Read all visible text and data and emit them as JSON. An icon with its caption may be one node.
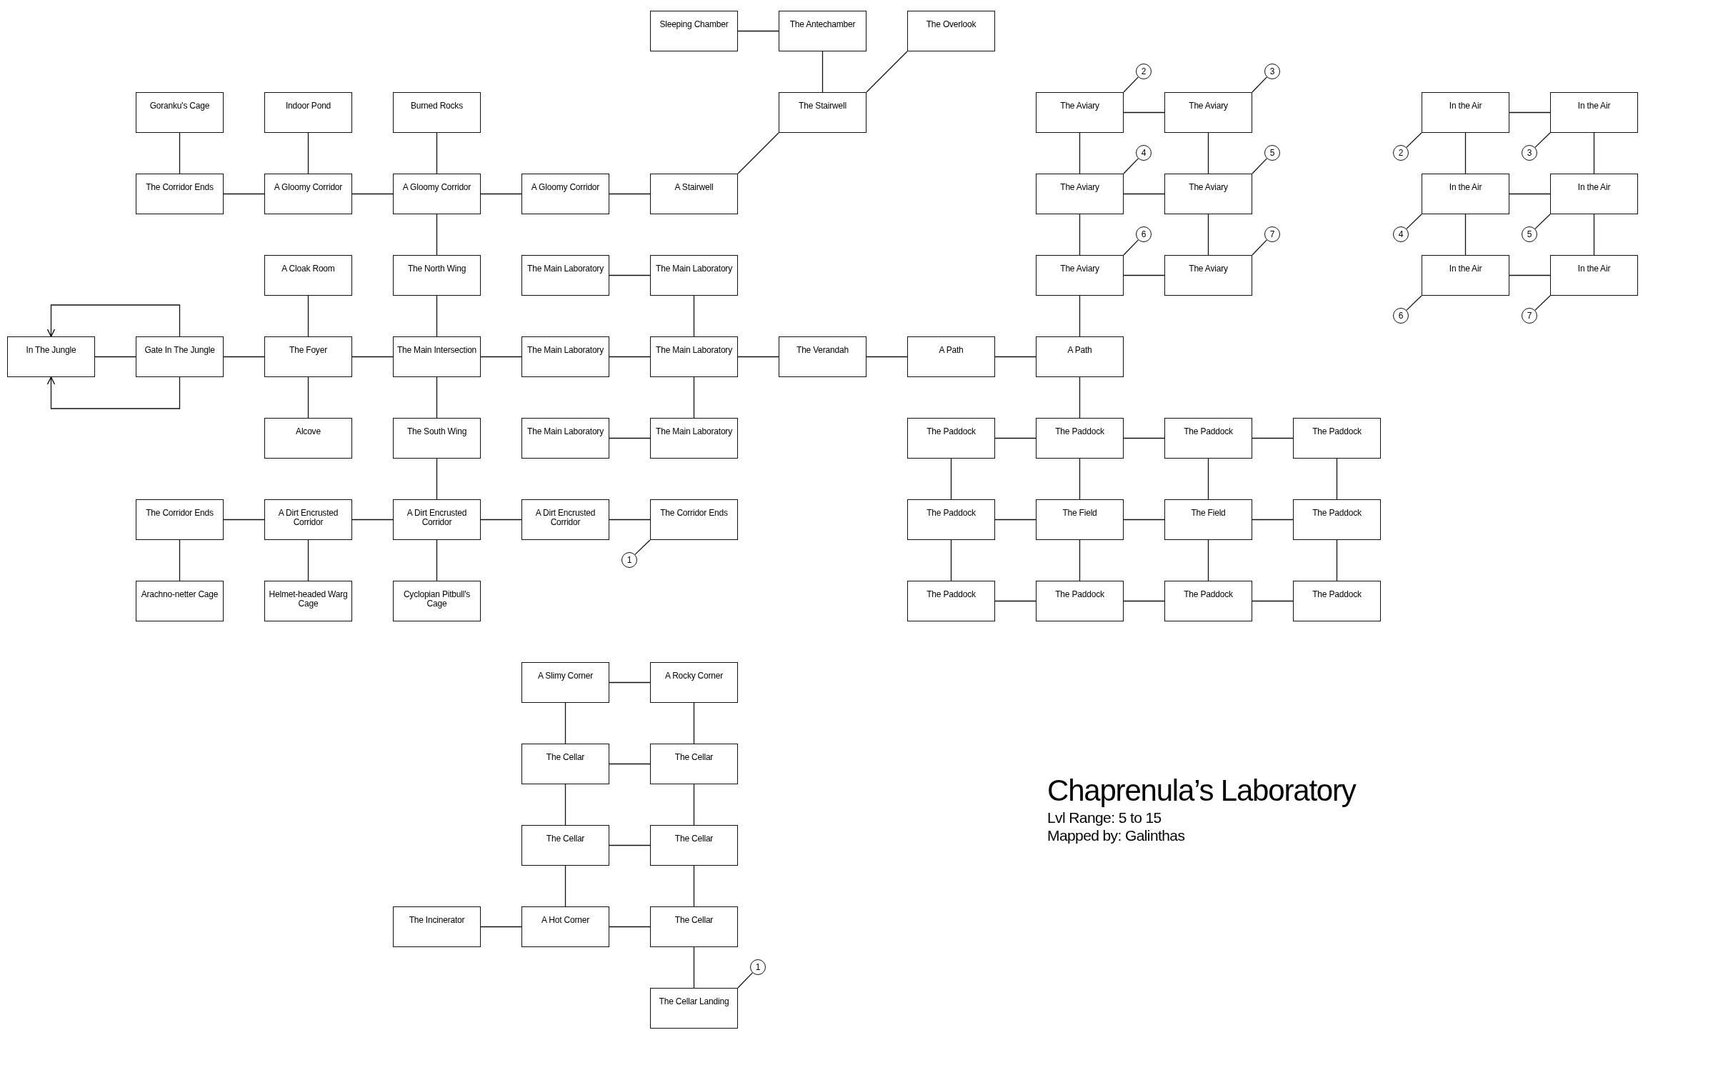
{
  "diagram": {
    "title": "Chaprenula’s Laboratory",
    "nodes": [
      {
        "text": [
          "Sleeping Chamber"
        ]
      },
      {
        "text": [
          "The Antechamber"
        ]
      },
      {
        "text": [
          "The Overlook"
        ]
      },
      {
        "text": [
          "Goranku's Cage"
        ]
      },
      {
        "text": [
          "Indoor Pond"
        ]
      },
      {
        "text": [
          "Burned Rocks"
        ]
      },
      {
        "text": [
          "The Stairwell"
        ]
      },
      {
        "text": [
          "The Aviary"
        ]
      },
      {
        "text": [
          "The Aviary"
        ]
      },
      {
        "text": [
          "In the Air"
        ]
      },
      {
        "text": [
          "In the Air"
        ]
      },
      {
        "text": [
          "The Corridor Ends"
        ]
      },
      {
        "text": [
          "A Gloomy Corridor"
        ]
      },
      {
        "text": [
          "A Gloomy Corridor"
        ]
      },
      {
        "text": [
          "A Gloomy Corridor"
        ]
      },
      {
        "text": [
          "A Stairwell"
        ]
      },
      {
        "text": [
          "The Aviary"
        ]
      },
      {
        "text": [
          "The Aviary"
        ]
      },
      {
        "text": [
          "In the Air"
        ]
      },
      {
        "text": [
          "In the Air"
        ]
      },
      {
        "text": [
          "A Cloak Room"
        ]
      },
      {
        "text": [
          "The North Wing"
        ]
      },
      {
        "text": [
          "The Main Laboratory"
        ]
      },
      {
        "text": [
          "The Main Laboratory"
        ]
      },
      {
        "text": [
          "The Aviary"
        ]
      },
      {
        "text": [
          "The Aviary"
        ]
      },
      {
        "text": [
          "In the Air"
        ]
      },
      {
        "text": [
          "In the Air"
        ]
      },
      {
        "text": [
          "In The Jungle"
        ]
      },
      {
        "text": [
          "Gate In The Jungle"
        ]
      },
      {
        "text": [
          "The Foyer"
        ]
      },
      {
        "text": [
          "The Main Intersection"
        ]
      },
      {
        "text": [
          "The Main Laboratory"
        ]
      },
      {
        "text": [
          "The Main Laboratory"
        ]
      },
      {
        "text": [
          "The Verandah"
        ]
      },
      {
        "text": [
          "A Path"
        ]
      },
      {
        "text": [
          "A Path"
        ]
      },
      {
        "text": [
          "Alcove"
        ]
      },
      {
        "text": [
          "The South Wing"
        ]
      },
      {
        "text": [
          "The Main Laboratory"
        ]
      },
      {
        "text": [
          "The Main Laboratory"
        ]
      },
      {
        "text": [
          "The Paddock"
        ]
      },
      {
        "text": [
          "The Paddock"
        ]
      },
      {
        "text": [
          "The Paddock"
        ]
      },
      {
        "text": [
          "The Paddock"
        ]
      },
      {
        "text": [
          "The Corridor Ends"
        ]
      },
      {
        "text": [
          "A Dirt Encrusted Corridor"
        ]
      },
      {
        "text": [
          "A Dirt Encrusted Corridor"
        ]
      },
      {
        "text": [
          "A Dirt Encrusted Corridor"
        ]
      },
      {
        "text": [
          "The Corridor Ends"
        ]
      },
      {
        "text": [
          "The Paddock"
        ]
      },
      {
        "text": [
          "The Field"
        ]
      },
      {
        "text": [
          "The Field"
        ]
      },
      {
        "text": [
          "The Paddock"
        ]
      },
      {
        "text": [
          "Arachno-netter Cage"
        ]
      },
      {
        "text": [
          "Helmet-headed Warg Cage"
        ]
      },
      {
        "text": [
          "Cyclopian Pitbull's Cage"
        ]
      },
      {
        "text": [
          "The Paddock"
        ]
      },
      {
        "text": [
          "The Paddock"
        ]
      },
      {
        "text": [
          "The Paddock"
        ]
      },
      {
        "text": [
          "The Paddock"
        ]
      },
      {
        "text": [
          "A Slimy Corner"
        ]
      },
      {
        "text": [
          "A Rocky Corner"
        ]
      },
      {
        "text": [
          "The Cellar"
        ]
      },
      {
        "text": [
          "The Cellar"
        ]
      },
      {
        "text": [
          "The Cellar"
        ]
      },
      {
        "text": [
          "The Cellar"
        ]
      },
      {
        "text": [
          "The Incinerator"
        ]
      },
      {
        "text": [
          "A Hot Corner"
        ]
      },
      {
        "text": [
          "The Cellar"
        ]
      },
      {
        "text": [
          "The Cellar Landing"
        ]
      },
      {
        "text": [
          "1"
        ]
      },
      {
        "text": [
          "1"
        ]
      },
      {
        "text": [
          "2"
        ]
      },
      {
        "text": [
          "3"
        ]
      },
      {
        "text": [
          "4"
        ]
      },
      {
        "text": [
          "5"
        ]
      },
      {
        "text": [
          "6"
        ]
      },
      {
        "text": [
          "7"
        ]
      },
      {
        "text": [
          "2"
        ]
      },
      {
        "text": [
          "3"
        ]
      },
      {
        "text": [
          "4"
        ]
      },
      {
        "text": [
          "5"
        ]
      },
      {
        "text": [
          "6"
        ]
      },
      {
        "text": [
          "7"
        ]
      }
    ],
    "edges": [
      {
        "from": 0,
        "to": 1,
        "arrow": "none"
      },
      {
        "from": 1,
        "to": 6,
        "arrow": "none"
      },
      {
        "from": 2,
        "to": 6,
        "arrow": "none"
      },
      {
        "from": 6,
        "to": 15,
        "arrow": "none"
      },
      {
        "from": 3,
        "to": 11,
        "arrow": "none"
      },
      {
        "from": 4,
        "to": 12,
        "arrow": "none"
      },
      {
        "from": 5,
        "to": 13,
        "arrow": "none"
      },
      {
        "from": 11,
        "to": 12,
        "arrow": "none"
      },
      {
        "from": 12,
        "to": 13,
        "arrow": "none"
      },
      {
        "from": 13,
        "to": 14,
        "arrow": "none"
      },
      {
        "from": 14,
        "to": 15,
        "arrow": "none"
      },
      {
        "from": 13,
        "to": 21,
        "arrow": "none"
      },
      {
        "from": 7,
        "to": 8,
        "arrow": "none"
      },
      {
        "from": 7,
        "to": 16,
        "arrow": "none"
      },
      {
        "from": 8,
        "to": 17,
        "arrow": "none"
      },
      {
        "from": 16,
        "to": 17,
        "arrow": "none"
      },
      {
        "from": 16,
        "to": 24,
        "arrow": "none"
      },
      {
        "from": 17,
        "to": 25,
        "arrow": "none"
      },
      {
        "from": 24,
        "to": 25,
        "arrow": "none"
      },
      {
        "from": 24,
        "to": 36,
        "arrow": "none"
      },
      {
        "from": 9,
        "to": 10,
        "arrow": "none"
      },
      {
        "from": 9,
        "to": 18,
        "arrow": "none"
      },
      {
        "from": 10,
        "to": 19,
        "arrow": "none"
      },
      {
        "from": 18,
        "to": 19,
        "arrow": "none"
      },
      {
        "from": 18,
        "to": 26,
        "arrow": "none"
      },
      {
        "from": 19,
        "to": 27,
        "arrow": "none"
      },
      {
        "from": 26,
        "to": 27,
        "arrow": "none"
      },
      {
        "from": 20,
        "to": 30,
        "arrow": "none"
      },
      {
        "from": 22,
        "to": 23,
        "arrow": "none"
      },
      {
        "from": 23,
        "to": 33,
        "arrow": "none"
      },
      {
        "from": 21,
        "to": 31,
        "arrow": "none"
      },
      {
        "from": 28,
        "to": 29,
        "arrow": "none"
      },
      {
        "from": 29,
        "to": 28,
        "arrow": "to"
      },
      {
        "from": 29,
        "to": 28,
        "arrow": "to"
      },
      {
        "from": 29,
        "to": 30,
        "arrow": "none"
      },
      {
        "from": 30,
        "to": 31,
        "arrow": "none"
      },
      {
        "from": 31,
        "to": 32,
        "arrow": "none"
      },
      {
        "from": 32,
        "to": 33,
        "arrow": "none"
      },
      {
        "from": 33,
        "to": 34,
        "arrow": "none"
      },
      {
        "from": 34,
        "to": 35,
        "arrow": "none"
      },
      {
        "from": 35,
        "to": 36,
        "arrow": "none"
      },
      {
        "from": 30,
        "to": 37,
        "arrow": "none"
      },
      {
        "from": 31,
        "to": 38,
        "arrow": "none"
      },
      {
        "from": 33,
        "to": 40,
        "arrow": "none"
      },
      {
        "from": 39,
        "to": 40,
        "arrow": "none"
      },
      {
        "from": 38,
        "to": 47,
        "arrow": "none"
      },
      {
        "from": 36,
        "to": 42,
        "arrow": "none"
      },
      {
        "from": 41,
        "to": 42,
        "arrow": "none"
      },
      {
        "from": 42,
        "to": 43,
        "arrow": "none"
      },
      {
        "from": 43,
        "to": 44,
        "arrow": "none"
      },
      {
        "from": 41,
        "to": 50,
        "arrow": "none"
      },
      {
        "from": 42,
        "to": 51,
        "arrow": "none"
      },
      {
        "from": 43,
        "to": 52,
        "arrow": "none"
      },
      {
        "from": 44,
        "to": 53,
        "arrow": "none"
      },
      {
        "from": 50,
        "to": 51,
        "arrow": "none"
      },
      {
        "from": 51,
        "to": 52,
        "arrow": "none"
      },
      {
        "from": 52,
        "to": 53,
        "arrow": "none"
      },
      {
        "from": 50,
        "to": 57,
        "arrow": "none"
      },
      {
        "from": 51,
        "to": 58,
        "arrow": "none"
      },
      {
        "from": 52,
        "to": 59,
        "arrow": "none"
      },
      {
        "from": 53,
        "to": 60,
        "arrow": "none"
      },
      {
        "from": 57,
        "to": 58,
        "arrow": "none"
      },
      {
        "from": 58,
        "to": 59,
        "arrow": "none"
      },
      {
        "from": 59,
        "to": 60,
        "arrow": "none"
      },
      {
        "from": 45,
        "to": 46,
        "arrow": "none"
      },
      {
        "from": 46,
        "to": 47,
        "arrow": "none"
      },
      {
        "from": 47,
        "to": 48,
        "arrow": "none"
      },
      {
        "from": 48,
        "to": 49,
        "arrow": "none"
      },
      {
        "from": 45,
        "to": 54,
        "arrow": "none"
      },
      {
        "from": 46,
        "to": 55,
        "arrow": "none"
      },
      {
        "from": 47,
        "to": 56,
        "arrow": "none"
      },
      {
        "from": 61,
        "to": 62,
        "arrow": "none"
      },
      {
        "from": 61,
        "to": 63,
        "arrow": "none"
      },
      {
        "from": 62,
        "to": 64,
        "arrow": "none"
      },
      {
        "from": 63,
        "to": 64,
        "arrow": "none"
      },
      {
        "from": 63,
        "to": 65,
        "arrow": "none"
      },
      {
        "from": 64,
        "to": 66,
        "arrow": "none"
      },
      {
        "from": 65,
        "to": 66,
        "arrow": "none"
      },
      {
        "from": 65,
        "to": 68,
        "arrow": "none"
      },
      {
        "from": 66,
        "to": 69,
        "arrow": "none"
      },
      {
        "from": 67,
        "to": 68,
        "arrow": "none"
      },
      {
        "from": 68,
        "to": 69,
        "arrow": "none"
      },
      {
        "from": 69,
        "to": 70,
        "arrow": "none"
      },
      {
        "from": 71,
        "to": 49,
        "arrow": "none"
      },
      {
        "from": 72,
        "to": 70,
        "arrow": "none"
      },
      {
        "from": 73,
        "to": 7,
        "arrow": "none"
      },
      {
        "from": 74,
        "to": 8,
        "arrow": "none"
      },
      {
        "from": 75,
        "to": 16,
        "arrow": "none"
      },
      {
        "from": 76,
        "to": 17,
        "arrow": "none"
      },
      {
        "from": 77,
        "to": 24,
        "arrow": "none"
      },
      {
        "from": 78,
        "to": 25,
        "arrow": "none"
      },
      {
        "from": 79,
        "to": 9,
        "arrow": "none"
      },
      {
        "from": 80,
        "to": 10,
        "arrow": "none"
      },
      {
        "from": 81,
        "to": 18,
        "arrow": "none"
      },
      {
        "from": 82,
        "to": 19,
        "arrow": "none"
      },
      {
        "from": 83,
        "to": 26,
        "arrow": "none"
      },
      {
        "from": 84,
        "to": 27,
        "arrow": "none"
      }
    ],
    "labels": [
      "Lvl Range: 5 to 15",
      "Mapped by: Galinthas"
    ]
  }
}
